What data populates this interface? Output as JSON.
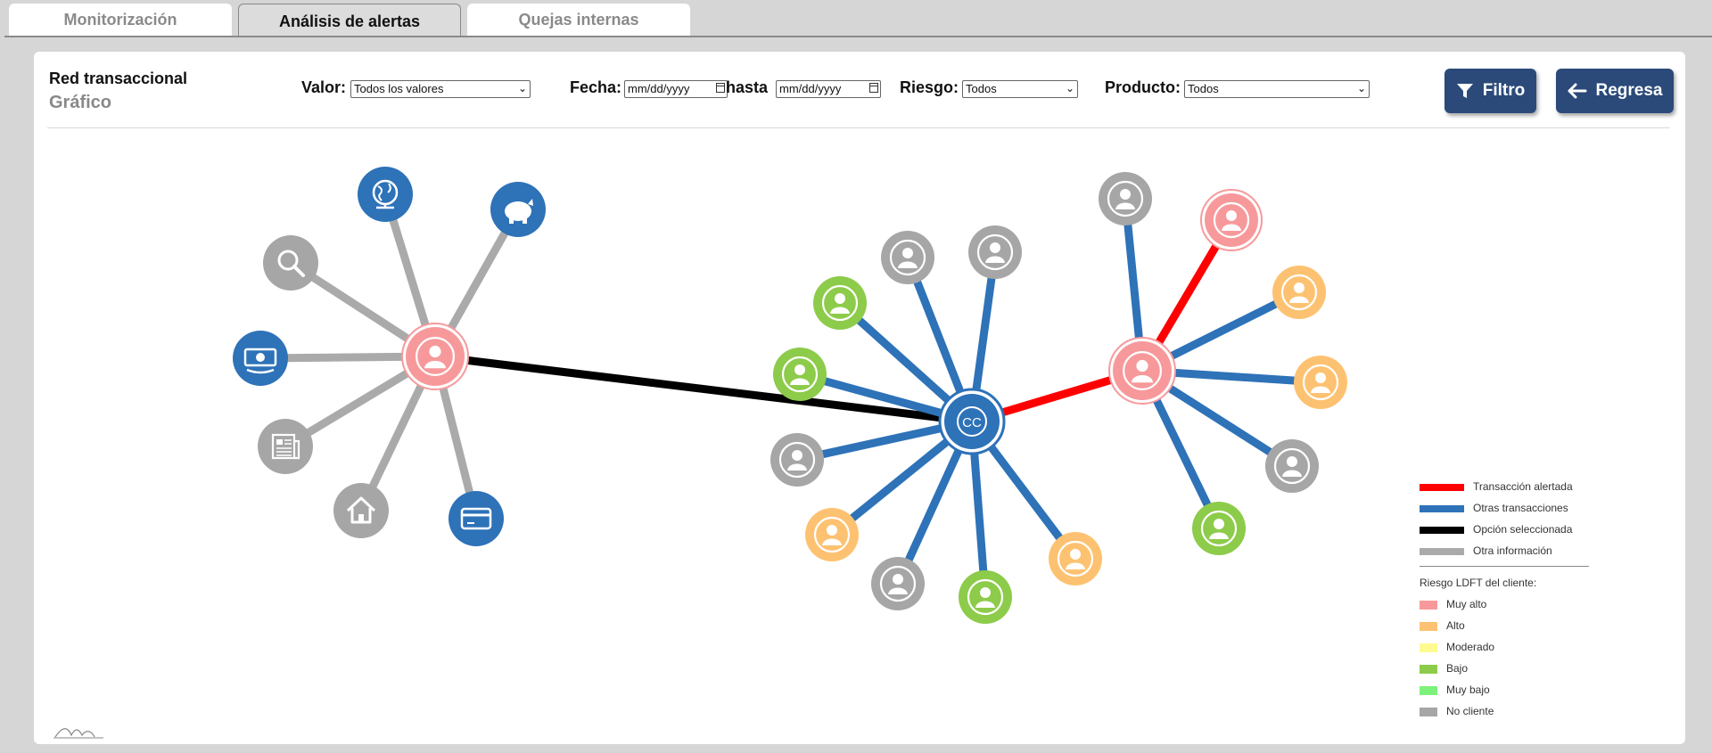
{
  "tabs": [
    {
      "label": "Monitorización"
    },
    {
      "label": "Análisis de alertas",
      "active": true
    },
    {
      "label": "Quejas internas"
    }
  ],
  "header": {
    "title": "Red transaccional",
    "subtitle": "Gráfico"
  },
  "filters": {
    "valor_label": "Valor:",
    "valor_value": "Todos los valores",
    "fecha_label": "Fecha:",
    "fecha_placeholder": "mm/dd/yyyy",
    "hasta_label": "hasta",
    "hasta_placeholder": "mm/dd/yyyy",
    "riesgo_label": "Riesgo:",
    "riesgo_value": "Todos",
    "producto_label": "Producto:",
    "producto_value": "Todos"
  },
  "buttons": {
    "filter_label": "Filtro",
    "back_label": "Regresa"
  },
  "graph": {
    "center_label": "CC",
    "colors": {
      "alerted": "#ff0000",
      "other_transactions": "#2e72b8",
      "selected": "#000000",
      "other_info": "#aaaaaa",
      "muy_alto": "#f7999b",
      "alto": "#fdc271",
      "moderado": "#fffb90",
      "bajo": "#8dcb4a",
      "muy_bajo": "#7cf27c",
      "no_cliente": "#a6a6a6",
      "info_blue": "#2e72b8"
    },
    "left_hub": {
      "risk": "muy_alto"
    },
    "info_nodes": [
      {
        "icon": "globe-icon",
        "color": "info_blue"
      },
      {
        "icon": "piggy-bank-icon",
        "color": "info_blue"
      },
      {
        "icon": "search-icon",
        "color": "no_cliente"
      },
      {
        "icon": "money-icon",
        "color": "info_blue"
      },
      {
        "icon": "newspaper-icon",
        "color": "no_cliente"
      },
      {
        "icon": "home-icon",
        "color": "no_cliente"
      },
      {
        "icon": "credit-card-icon",
        "color": "info_blue"
      }
    ],
    "account_clients": [
      {
        "risk": "no_cliente"
      },
      {
        "risk": "no_cliente"
      },
      {
        "risk": "bajo"
      },
      {
        "risk": "bajo"
      },
      {
        "risk": "no_cliente"
      },
      {
        "risk": "alto"
      },
      {
        "risk": "no_cliente"
      },
      {
        "risk": "bajo"
      },
      {
        "risk": "alto"
      }
    ],
    "right_hub": {
      "risk": "muy_alto"
    },
    "right_clients": [
      {
        "risk": "no_cliente"
      },
      {
        "risk": "muy_alto",
        "alerted": true
      },
      {
        "risk": "alto"
      },
      {
        "risk": "alto"
      },
      {
        "risk": "no_cliente"
      },
      {
        "risk": "bajo"
      }
    ]
  },
  "legend": {
    "lines": [
      {
        "label": "Transacción alertada",
        "color": "#ff0000"
      },
      {
        "label": "Otras transacciones",
        "color": "#2e72b8"
      },
      {
        "label": "Opción seleccionada",
        "color": "#000000"
      },
      {
        "label": "Otra información",
        "color": "#aaaaaa"
      }
    ],
    "risk_title": "Riesgo LDFT del cliente:",
    "risks": [
      {
        "label": "Muy alto",
        "color": "#f7999b"
      },
      {
        "label": "Alto",
        "color": "#fdc271"
      },
      {
        "label": "Moderado",
        "color": "#fffb90"
      },
      {
        "label": "Bajo",
        "color": "#8dcb4a"
      },
      {
        "label": "Muy bajo",
        "color": "#7cf27c"
      },
      {
        "label": "No cliente",
        "color": "#a6a6a6"
      }
    ]
  }
}
